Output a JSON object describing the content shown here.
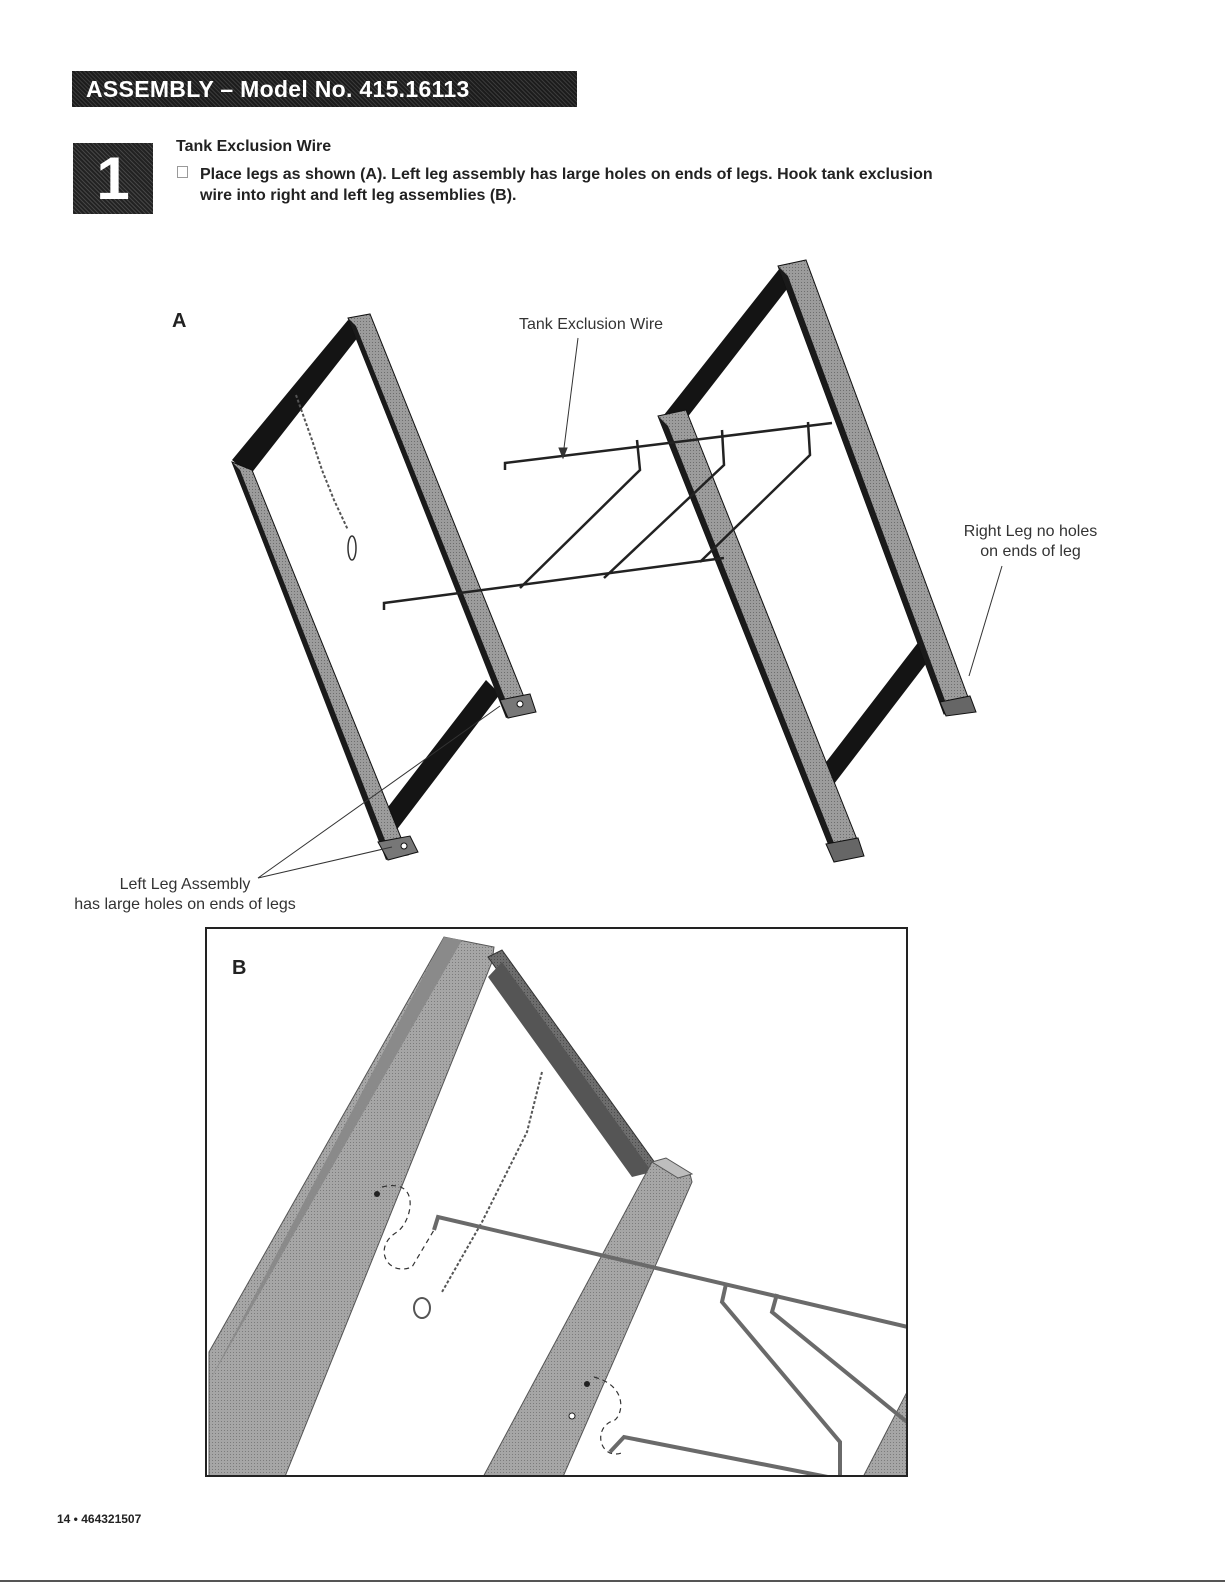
{
  "header": {
    "banner": "ASSEMBLY – Model No. 415.16113"
  },
  "step": {
    "number": "1",
    "title": "Tank Exclusion Wire",
    "instruction_line1": "Place legs as shown (A). Left leg assembly has large holes on ends of legs. Hook tank exclusion",
    "instruction_line2": "wire into right and left leg assemblies (B)."
  },
  "figure_a": {
    "letter": "A",
    "label_wire": "Tank Exclusion Wire",
    "label_right_leg_1": "Right Leg no holes",
    "label_right_leg_2": "on ends of leg",
    "label_left_leg_1": "Left Leg Assembly",
    "label_left_leg_2": "has large holes on ends of legs"
  },
  "figure_b": {
    "letter": "B"
  },
  "footer": {
    "page": "14 • 464321507"
  },
  "colors": {
    "banner": "#1c1c1c",
    "leg_face": "#8a8a8a",
    "leg_dark": "#1a1a1a"
  }
}
